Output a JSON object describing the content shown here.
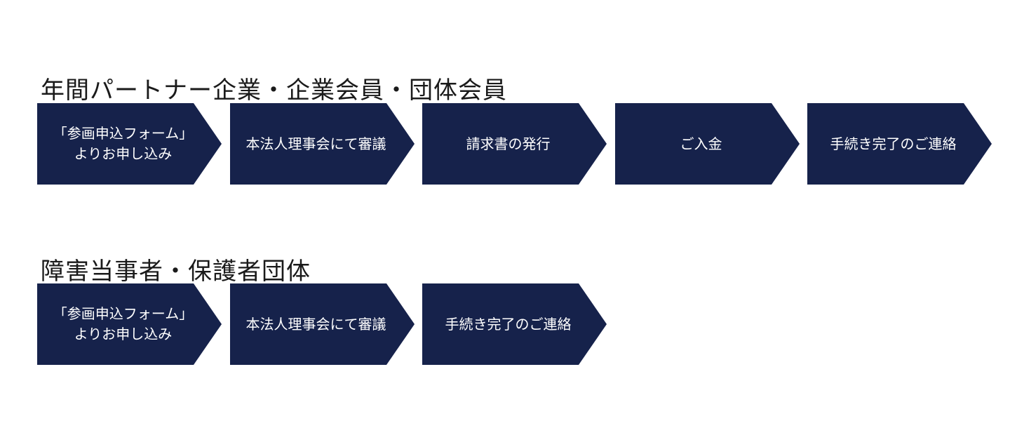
{
  "sections": [
    {
      "title": "年間パートナー企業・企業会員・団体会員",
      "steps": [
        {
          "label": "「参画申込フォーム」\nよりお申し込み"
        },
        {
          "label": "本法人理事会にて審議"
        },
        {
          "label": "請求書の発行"
        },
        {
          "label": "ご入金"
        },
        {
          "label": "手続き完了のご連絡"
        }
      ]
    },
    {
      "title": "障害当事者・保護者団体",
      "steps": [
        {
          "label": "「参画申込フォーム」\nよりお申し込み"
        },
        {
          "label": "本法人理事会にて審議"
        },
        {
          "label": "手続き完了のご連絡"
        }
      ]
    }
  ],
  "colors": {
    "step_fill": "#16224b",
    "step_text": "#ffffff",
    "title_text": "#1a1a1a",
    "background": "#ffffff"
  }
}
